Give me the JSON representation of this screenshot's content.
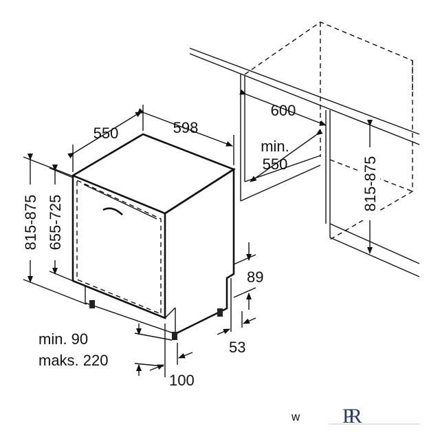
{
  "dimensions": {
    "width": "598",
    "depth": "550",
    "height_range": "815-875",
    "appliance_height": "655-725",
    "niche_width": "600",
    "niche_min_label": "min.",
    "niche_min_value": "550",
    "niche_height": "815-875",
    "door_gap": "89",
    "plinth": "53",
    "foot_line1": "min. 90",
    "foot_line2": "maks. 220",
    "foot_depth": "100"
  },
  "watermark": {
    "text": "w",
    "logo": "PR"
  },
  "colors": {
    "line": "#111111",
    "background": "#ffffff",
    "logo": "#2b3a67"
  }
}
